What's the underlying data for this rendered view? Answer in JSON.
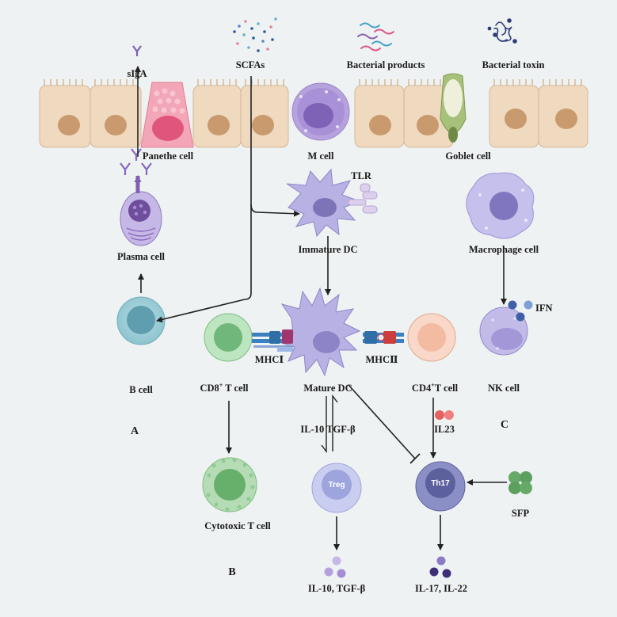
{
  "labels": {
    "sIgA": "sIgA",
    "scfas": "SCFAs",
    "bacterial_products": "Bacterial products",
    "bacterial_toxin": "Bacterial toxin",
    "panethe_cell": "Panethe cell",
    "m_cell": "M cell",
    "goblet_cell": "Goblet cell",
    "tlr": "TLR",
    "plasma_cell": "Plasma cell",
    "immature_dc": "Immature DC",
    "macrophage_cell": "Macrophage cell",
    "ifn": "IFN",
    "mhc1": "MHCⅠ",
    "mhc2": "MHCⅡ",
    "b_cell": "B cell",
    "cd8_prefix": "CD8",
    "cd8_sup": "+",
    "cd8_suffix": " T cell",
    "mature_dc": "Mature DC",
    "cd4_prefix": "CD4",
    "cd4_sup": "+",
    "cd4_suffix": "T cell",
    "nk_cell": "NK cell",
    "il10_tgfb": "IL-10  TGF-β",
    "il23": "IL23",
    "treg": "Treg",
    "th17": "Th17",
    "sfp": "SFP",
    "cytotoxic_t_cell": "Cytotoxic T cell",
    "il10_tgfb_out": "IL-10, TGF-β",
    "il17_il22": "IL-17, IL-22"
  },
  "panels": {
    "a": "A",
    "b": "B",
    "c": "C"
  },
  "colors": {
    "background": "#eef2f2",
    "epithelium": "#efd9bf",
    "epithelium_nucleus": "#c99a6e",
    "panethe": "#f2a6b7",
    "m_cell": "#b6a3dd",
    "goblet": "#a7c07a",
    "dc": "#b7b2e3",
    "b_cell": "#9fcfd8",
    "cd8": "#a5d8a8",
    "cd4": "#f7d2bf",
    "nk": "#c2bbe8",
    "treg": "#b8bde6",
    "th17": "#6f73a8",
    "sfp": "#65aa66"
  }
}
